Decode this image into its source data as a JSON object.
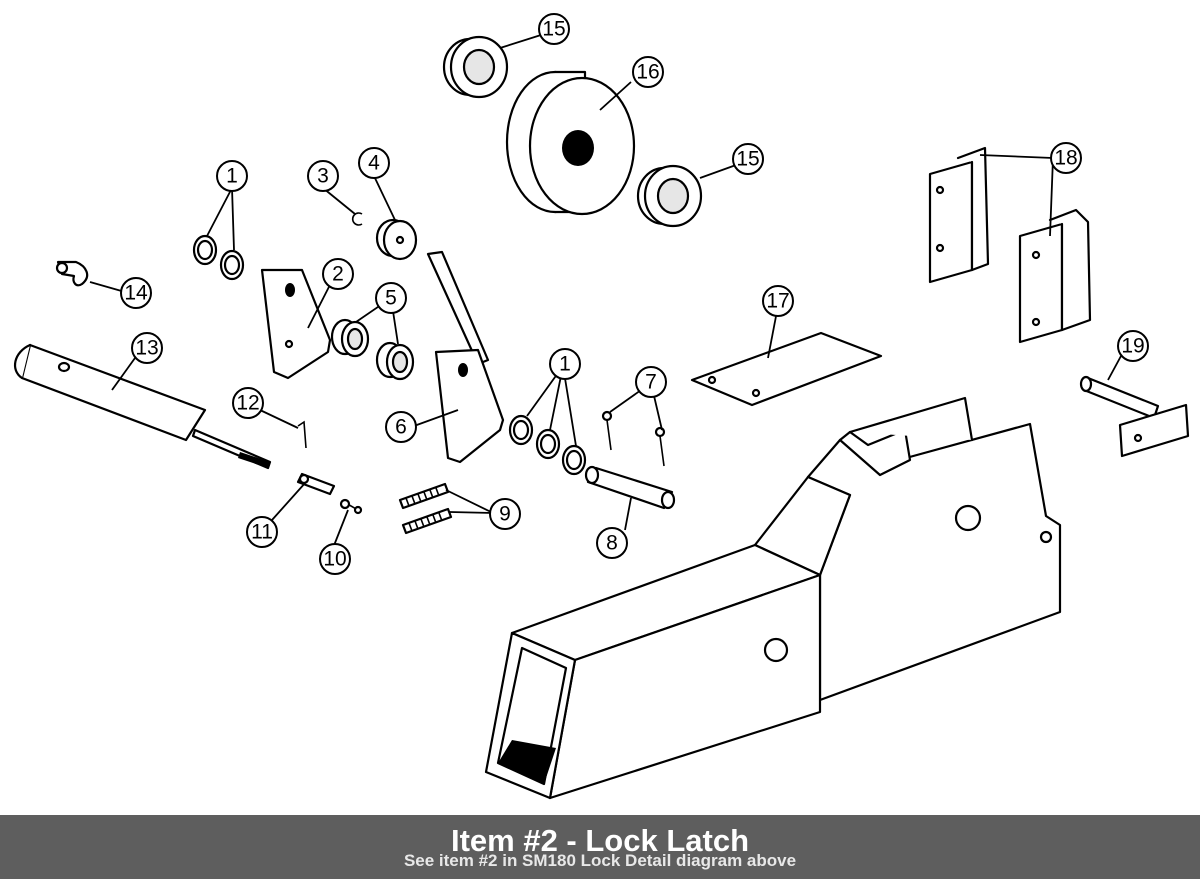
{
  "caption": {
    "title": "Item #2 - Lock Latch",
    "subtitle": "See item #2 in SM180 Lock Detail diagram above"
  },
  "callouts": [
    "1",
    "1",
    "2",
    "3",
    "4",
    "5",
    "6",
    "7",
    "8",
    "9",
    "10",
    "11",
    "12",
    "13",
    "14",
    "15",
    "15",
    "16",
    "17",
    "18",
    "19"
  ],
  "colors": {
    "ink": "#000000",
    "paper": "#ffffff",
    "caption_bar": "#5e5e5e"
  }
}
